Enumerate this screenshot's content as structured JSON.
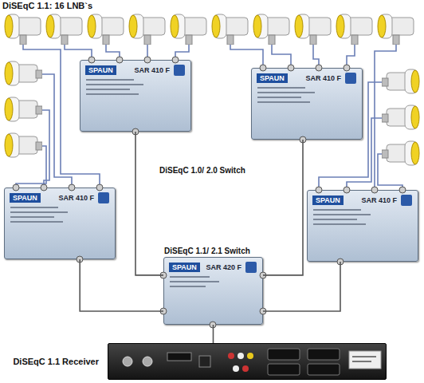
{
  "diagram": {
    "title": "DiSEqC 1.1: 16 LNB`s",
    "nodes": [
      {
        "text": [
          "SPAUN",
          "SAR 410 F"
        ]
      },
      {
        "text": [
          "SPAUN",
          "SAR 410 F"
        ]
      },
      {
        "text": [
          "SPAUN",
          "SAR 410 F"
        ]
      },
      {
        "text": [
          "SPAUN",
          "SAR 410 F"
        ]
      },
      {
        "text": [
          "DiSEqC 1.1/ 2.1 Switch",
          "SPAUN",
          "SAR 420 F"
        ]
      },
      {
        "text": [
          "DiSEqC 1.1 Receiver"
        ]
      }
    ],
    "edges": [
      {
        "from": 0,
        "to": 4,
        "arrow": "none"
      },
      {
        "from": 1,
        "to": 4,
        "arrow": "none"
      },
      {
        "from": 2,
        "to": 4,
        "arrow": "none"
      },
      {
        "from": 3,
        "to": 4,
        "arrow": "none"
      },
      {
        "from": 4,
        "to": 5,
        "arrow": "none"
      }
    ],
    "labels": [
      "DiSEqC 1.0/ 2.0 Switch"
    ]
  }
}
